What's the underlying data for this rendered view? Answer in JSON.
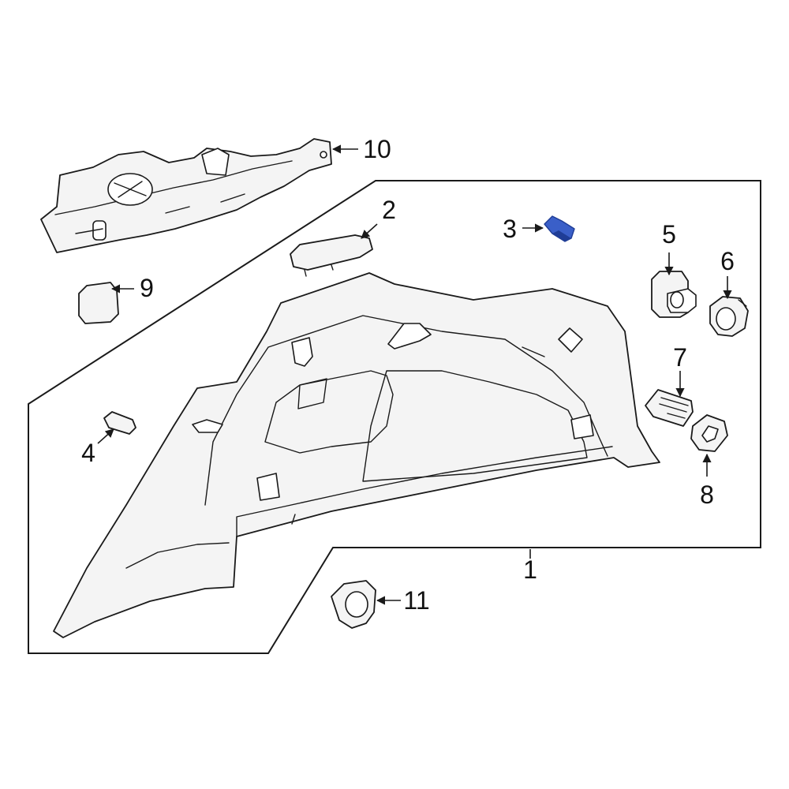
{
  "callouts": {
    "c1": "1",
    "c2": "2",
    "c3": "3",
    "c4": "4",
    "c5": "5",
    "c6": "6",
    "c7": "7",
    "c8": "8",
    "c9": "9",
    "c10": "10",
    "c11": "11"
  },
  "colors": {
    "highlight": "#3a5fc8",
    "highlight_dark": "#1f3d96",
    "line": "#1a1a1a",
    "background": "#ffffff"
  },
  "highlighted_part": "3"
}
